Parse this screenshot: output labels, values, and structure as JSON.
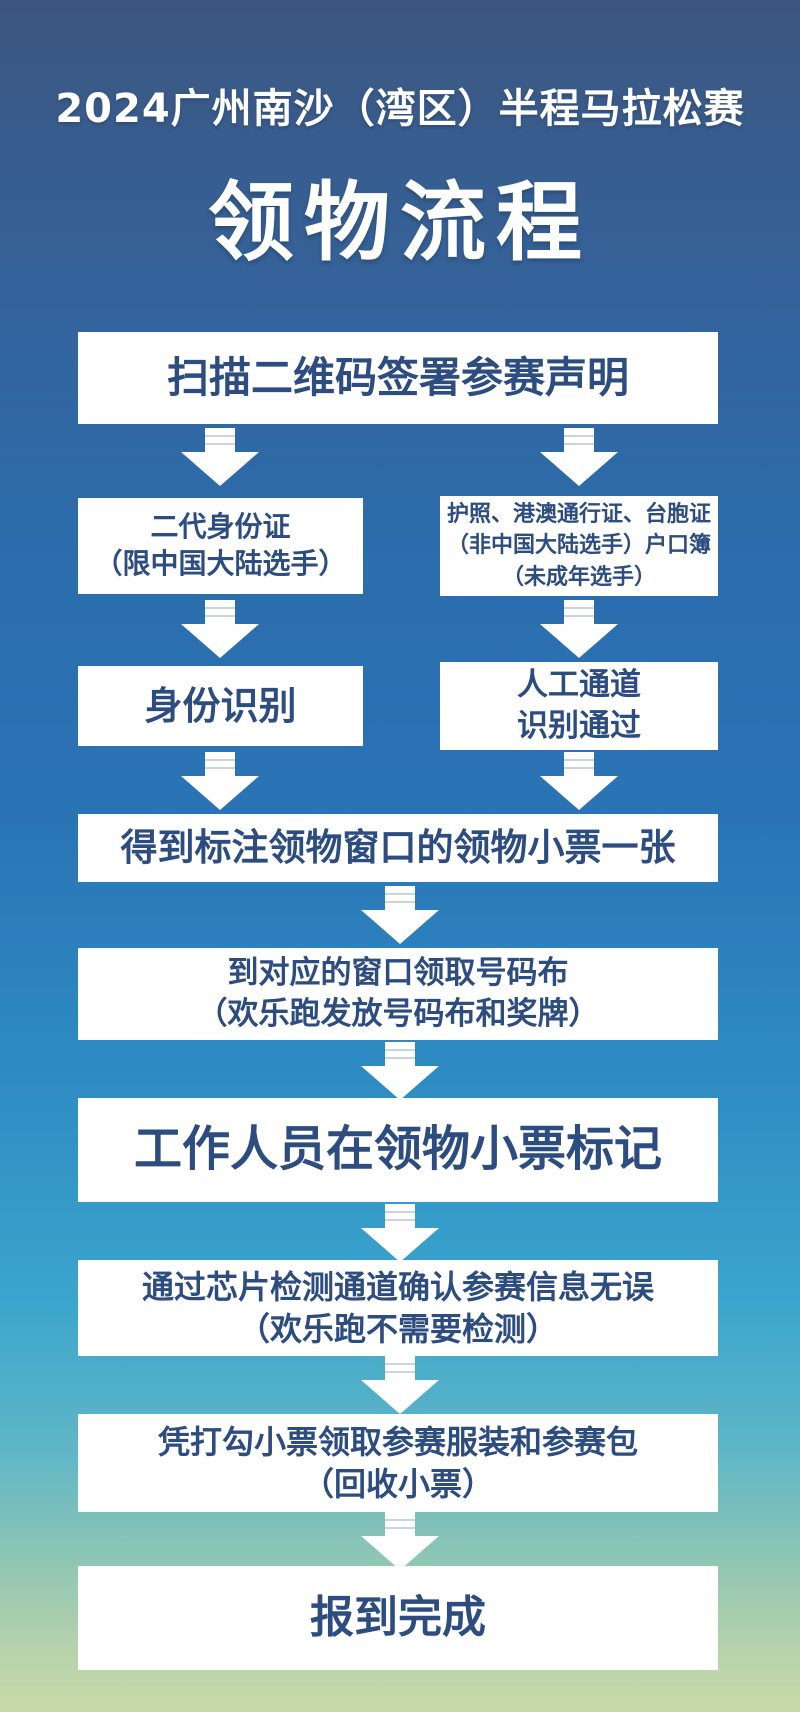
{
  "header": {
    "event_title": "2024广州南沙（湾区）半程马拉松赛",
    "page_title": "领物流程"
  },
  "steps": {
    "scan": {
      "l1": "扫描二维码签署参赛声明"
    },
    "doc_cn": {
      "l1": "二代身份证",
      "l2": "（限中国大陆选手）"
    },
    "doc_other": {
      "l1": "护照、港澳通行证、台胞证",
      "l2": "（非中国大陆选手）户口簿",
      "l3": "（未成年选手）"
    },
    "id_check": {
      "l1": "身份识别"
    },
    "manual": {
      "l1": "人工通道",
      "l2": "识别通过"
    },
    "ticket": {
      "l1": "得到标注领物窗口的领物小票一张"
    },
    "bib": {
      "l1": "到对应的窗口领取号码布",
      "l2": "（欢乐跑发放号码布和奖牌）"
    },
    "mark": {
      "l1": "工作人员在领物小票标记"
    },
    "chip": {
      "l1": "通过芯片检测通道确认参赛信息无误",
      "l2": "（欢乐跑不需要检测）"
    },
    "kit": {
      "l1": "凭打勾小票领取参赛服装和参赛包",
      "l2": "（回收小票）"
    },
    "done": {
      "l1": "报到完成"
    }
  },
  "colors": {
    "bg_top": "#3c5680",
    "bg_mid": "#3ba5cd",
    "bg_bottom": "#c8daa9",
    "box_bg": "#ffffff",
    "box_text": "#2d4d80",
    "title_color": "#ffffff",
    "arrow_color": "#ffffff"
  }
}
